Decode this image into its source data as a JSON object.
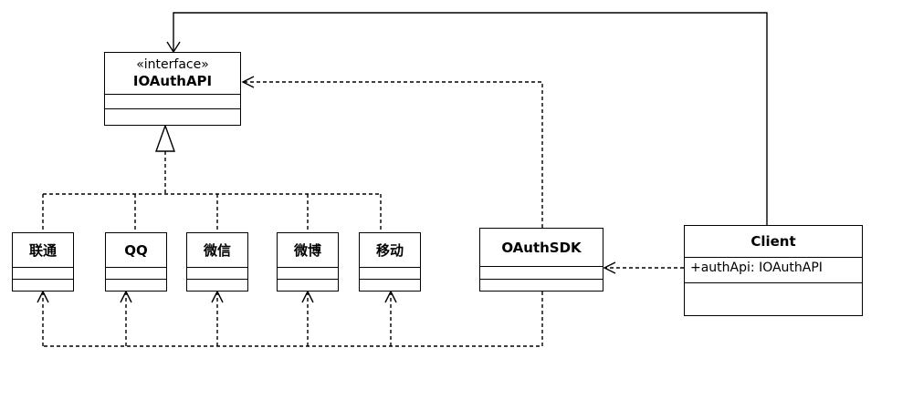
{
  "interface": {
    "stereotype": "«interface»",
    "name": "IOAuthAPI"
  },
  "implementations": [
    {
      "id": "liantong",
      "name": "联通"
    },
    {
      "id": "qq",
      "name": "QQ"
    },
    {
      "id": "weixin",
      "name": "微信"
    },
    {
      "id": "weibo",
      "name": "微博"
    },
    {
      "id": "yidong",
      "name": "移动"
    }
  ],
  "sdk": {
    "name": "OAuthSDK"
  },
  "client": {
    "name": "Client",
    "attribute": "+authApi: IOAuthAPI"
  },
  "colors": {
    "line": "#000000",
    "background": "#ffffff"
  }
}
